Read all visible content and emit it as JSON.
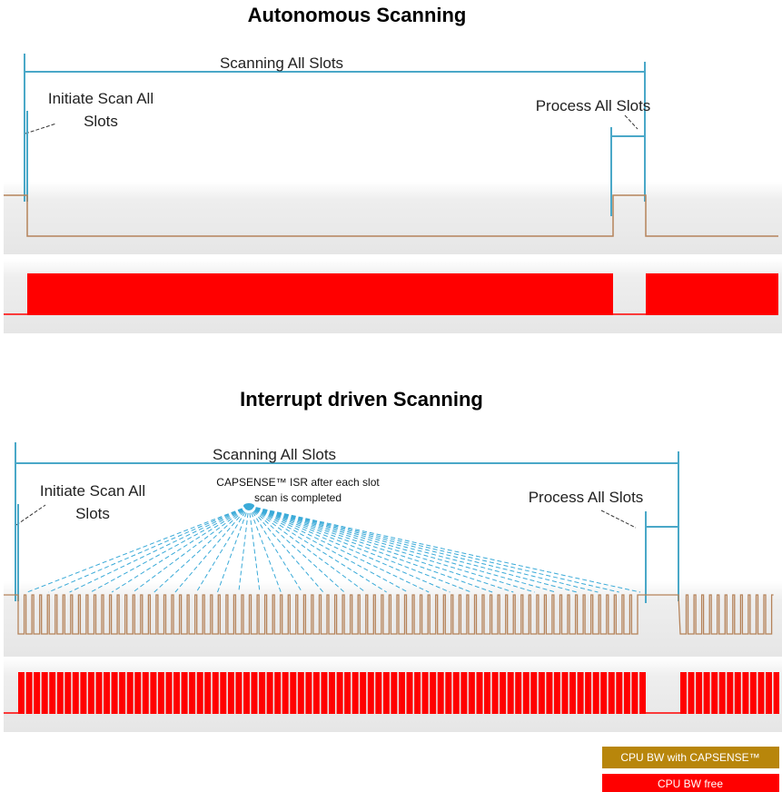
{
  "diagrams": [
    {
      "title": "Autonomous Scanning",
      "span_label": "Scanning All Slots",
      "initiate_label": [
        "Initiate Scan All",
        "Slots"
      ],
      "process_label": "Process All Slots",
      "isr_label": null
    },
    {
      "title": "Interrupt driven Scanning",
      "span_label": "Scanning All Slots",
      "initiate_label": [
        "Initiate Scan All",
        "Slots"
      ],
      "process_label": "Process All Slots",
      "isr_label": [
        "CAPSENSE™ ISR after each slot",
        "scan is completed"
      ]
    }
  ],
  "legend": {
    "with_capsense": "CPU BW with CAPSENSE™",
    "free": "CPU BW free"
  },
  "colors": {
    "accent": "#4aa8c8",
    "signal": "#b5835a",
    "free": "#ff0000",
    "with_capsense": "#b8860b",
    "band": "#eeeeee"
  }
}
